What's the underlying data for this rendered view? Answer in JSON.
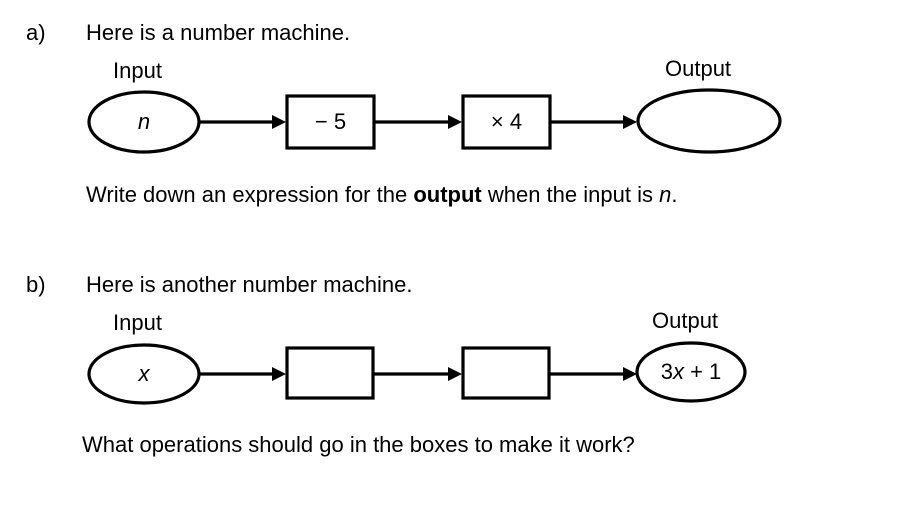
{
  "document": {
    "background_color": "#ffffff",
    "ink_color": "#000000"
  },
  "parts": [
    {
      "id": "a",
      "label": "a)",
      "stem": "Here is a number machine.",
      "input_label": "Input",
      "output_label": "Output",
      "input_value": "n",
      "input_value_italic": true,
      "operations": [
        "− 5",
        "× 4"
      ],
      "output_value": "",
      "prompt": {
        "before": "Write down an expression for the ",
        "bold": "output",
        "middle": " when the input is ",
        "italic": "n",
        "after": "."
      }
    },
    {
      "id": "b",
      "label": "b)",
      "stem": "Here is another number machine.",
      "input_label": "Input",
      "output_label": "Output",
      "input_value": "x",
      "input_value_italic": true,
      "operations": [
        "",
        ""
      ],
      "output_value_parts": {
        "coefficient": "3",
        "variable": "x",
        "tail": " + 1"
      },
      "output_value": "3x + 1",
      "prompt_plain": "What operations should go in the boxes to make it work?"
    }
  ]
}
